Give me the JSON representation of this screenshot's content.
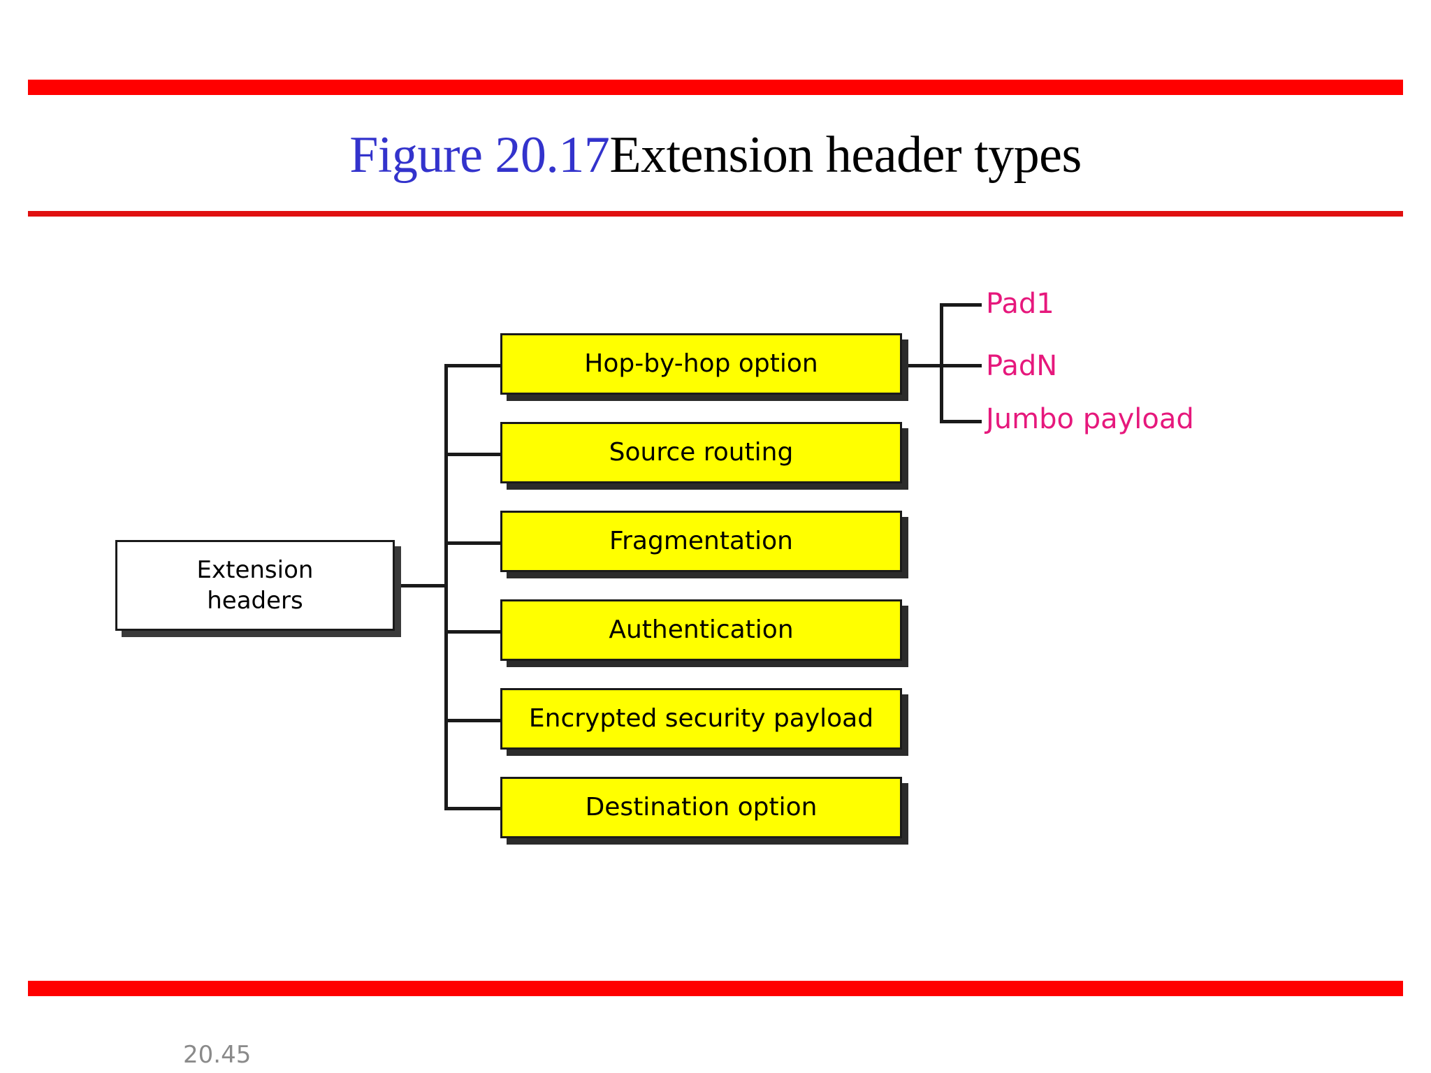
{
  "slide": {
    "title_figure": "Figure 20.17",
    "title_text": "Extension header types",
    "footer_page": "20.45",
    "colors": {
      "rule_red": "#FF0000",
      "rule_red_thin": "#E01010",
      "title_blue": "#3333CC",
      "title_black": "#000000",
      "leaf_yellow": "#FFFF00",
      "option_magenta": "#E6187C",
      "line_black": "#1A1A1A",
      "footer_gray": "#8A8A8A",
      "shadow_gray": "#2B2B2B"
    }
  },
  "diagram": {
    "type": "tree",
    "root": {
      "label_line1": "Extension",
      "label_line2": "headers"
    },
    "branches": [
      {
        "label": "Hop-by-hop option"
      },
      {
        "label": "Source routing"
      },
      {
        "label": "Fragmentation"
      },
      {
        "label": "Authentication"
      },
      {
        "label": "Encrypted security payload"
      },
      {
        "label": "Destination option"
      }
    ],
    "sub_branches": {
      "parent": "Hop-by-hop option",
      "items": [
        {
          "label": "Pad1"
        },
        {
          "label": "PadN"
        },
        {
          "label": "Jumbo payload"
        }
      ]
    }
  }
}
